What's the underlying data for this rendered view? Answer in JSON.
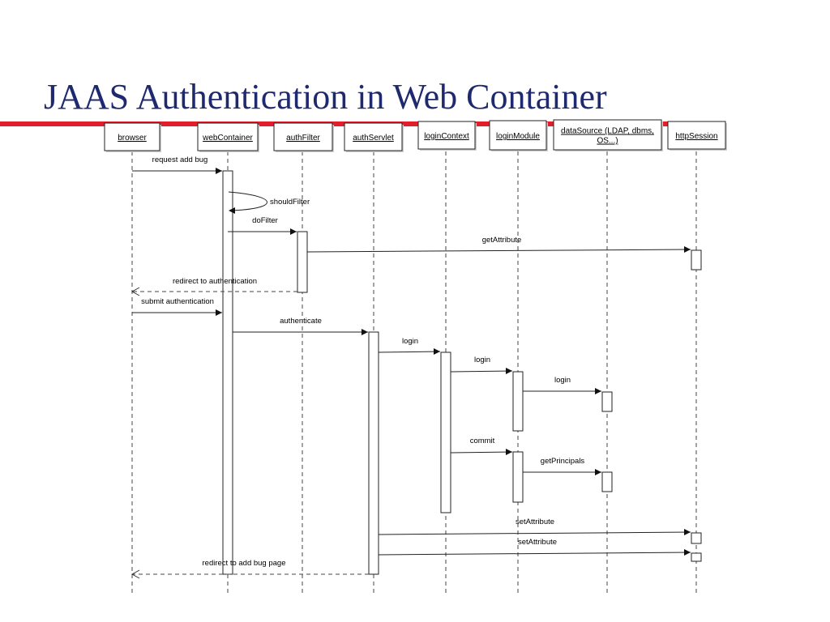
{
  "slide": {
    "title": "JAAS Authentication in Web Container",
    "accent_color": "#e01e2c",
    "title_color": "#1f2a6e"
  },
  "participants": [
    {
      "key": "browser",
      "label": "browser"
    },
    {
      "key": "webContainer",
      "label": "webContainer"
    },
    {
      "key": "authFilter",
      "label": "authFilter"
    },
    {
      "key": "authServlet",
      "label": "authServlet"
    },
    {
      "key": "loginContext",
      "label": "loginContext"
    },
    {
      "key": "loginModule",
      "label": "loginModule"
    },
    {
      "key": "dataSource",
      "label": [
        "dataSource (LDAP, dbms,",
        "OS...)"
      ]
    },
    {
      "key": "httpSession",
      "label": "httpSession"
    }
  ],
  "messages": [
    {
      "from": "browser",
      "to": "webContainer",
      "label": "request add bug",
      "kind": "call"
    },
    {
      "from": "webContainer",
      "to": "webContainer",
      "label": "shouldFilter",
      "kind": "self"
    },
    {
      "from": "webContainer",
      "to": "authFilter",
      "label": "doFilter",
      "kind": "call"
    },
    {
      "from": "authFilter",
      "to": "httpSession",
      "label": "getAttribute",
      "kind": "call"
    },
    {
      "from": "authFilter",
      "to": "browser",
      "label": "redirect to authentication",
      "kind": "return"
    },
    {
      "from": "browser",
      "to": "webContainer",
      "label": "submit authentication",
      "kind": "call"
    },
    {
      "from": "webContainer",
      "to": "authServlet",
      "label": "authenticate",
      "kind": "call"
    },
    {
      "from": "authServlet",
      "to": "loginContext",
      "label": "login",
      "kind": "call"
    },
    {
      "from": "loginContext",
      "to": "loginModule",
      "label": "login",
      "kind": "call"
    },
    {
      "from": "loginModule",
      "to": "dataSource",
      "label": "login",
      "kind": "call"
    },
    {
      "from": "loginContext",
      "to": "loginModule",
      "label": "commit",
      "kind": "call"
    },
    {
      "from": "loginModule",
      "to": "dataSource",
      "label": "getPrincipals",
      "kind": "call"
    },
    {
      "from": "authServlet",
      "to": "httpSession",
      "label": "setAttribute",
      "kind": "call"
    },
    {
      "from": "authServlet",
      "to": "httpSession",
      "label": "setAttribute",
      "kind": "call"
    },
    {
      "from": "authServlet",
      "to": "browser",
      "label": "redirect to add bug page",
      "kind": "return"
    }
  ]
}
